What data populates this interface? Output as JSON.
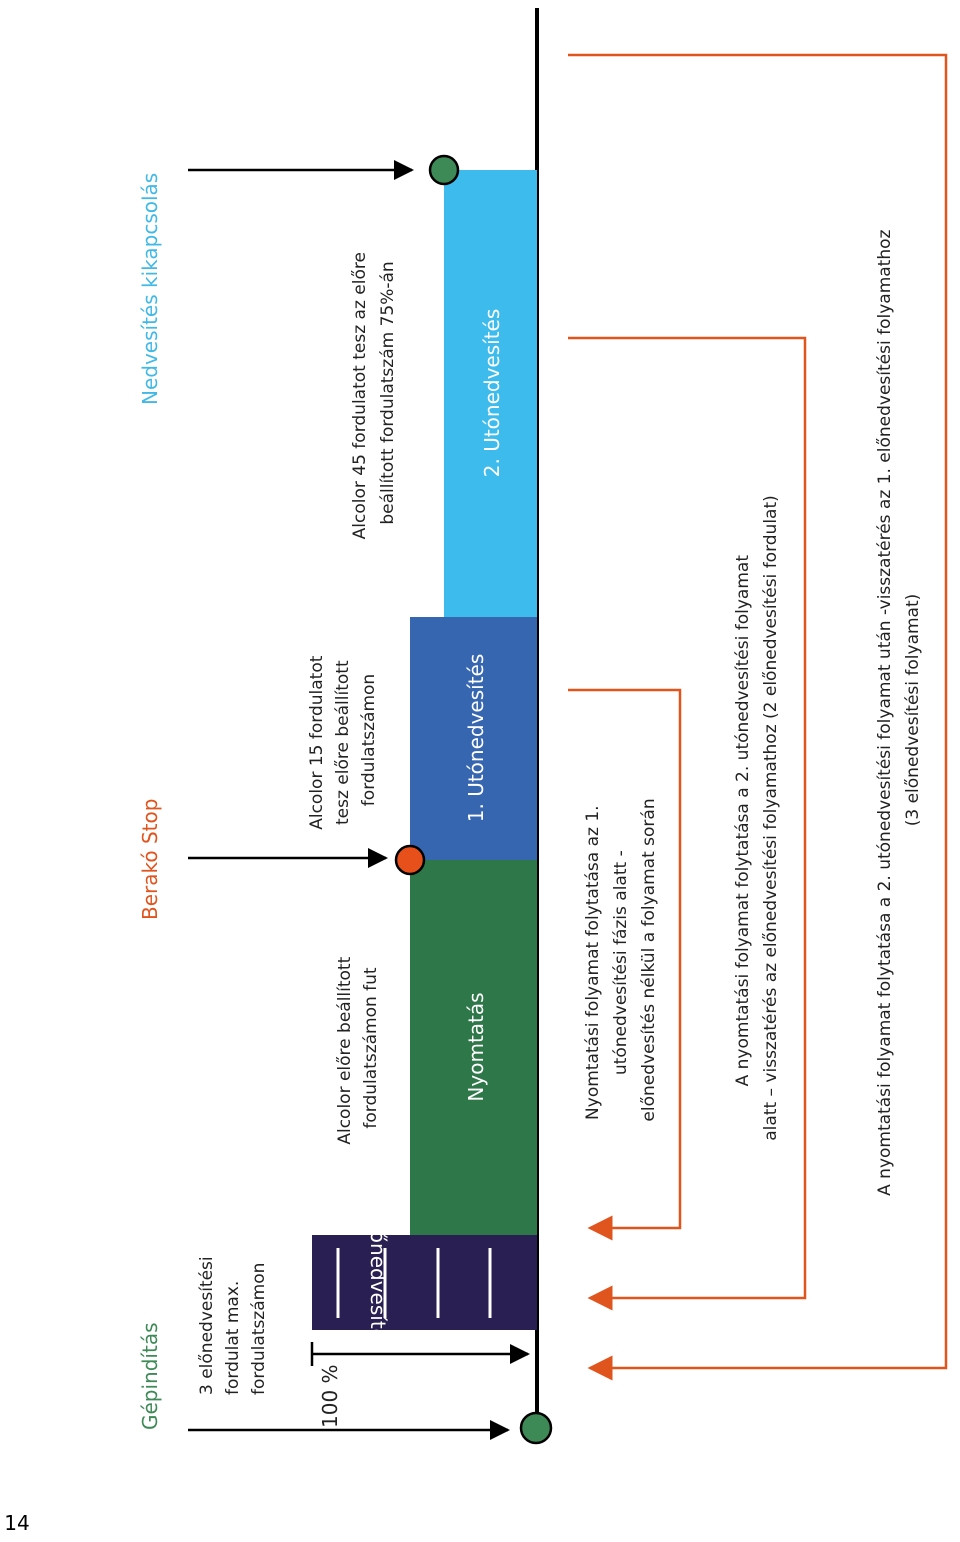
{
  "page_number": "14",
  "milestones": {
    "start": "Gépindítás",
    "stop": "Berakó Stop",
    "off": "Nedvesítés kikapcsolás"
  },
  "annotations": {
    "pre_desc": [
      "3 előnedvesítési",
      "fordulat max.",
      "fordulatszámon"
    ],
    "percent": "100 %",
    "print_desc": [
      "Alcolor előre beállított",
      "fordulatszámon fut"
    ],
    "post1_desc": [
      "Alcolor 15 fordulatot",
      "tesz előre beállított",
      "fordulatszámon"
    ],
    "post2_desc": [
      "Alcolor 45 fordulatot tesz az előre",
      "beállított fordulatszám 75%-án"
    ]
  },
  "segments": {
    "pre": "Előnedvesítés",
    "print": "Nyomtatás",
    "post1": "1. Utónedvesítés",
    "post2": "2. Utónedvesítés"
  },
  "returns": {
    "r1": [
      "Nyomtatási folyamat folytatása az 1.",
      "utónedvesítési fázis alatt -",
      "előnedvesítés nélkül a folyamat során"
    ],
    "r2": [
      "A nyomtatási folyamat folytatása a 2. utónedvesítési folyamat",
      "alatt – visszatérés az előnedvesítési folyamathoz (2 előnedvesítési fordulat)"
    ],
    "r3": [
      "A nyomtatási folyamat folytatása a 2. utónedvesítési folyamat után -visszatérés az 1. előnedvesítési folyamathoz",
      "(3 előnedvesítési folyamat)"
    ]
  },
  "colors": {
    "green_head": "#3e8a57",
    "red_head": "#e0541e",
    "blue_head": "#41b9e6",
    "pre_bar": "#2a1f52",
    "print_bar": "#2e7748",
    "post1_bar": "#3766b1",
    "post2_bar": "#3dbbec",
    "return_line": "#e0541e"
  }
}
